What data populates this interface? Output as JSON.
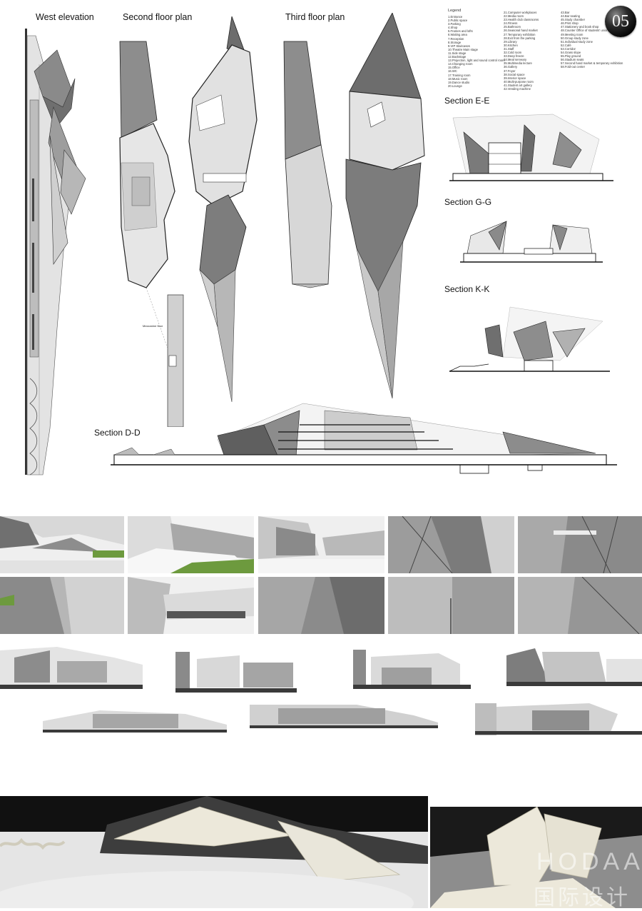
{
  "sheet": {
    "page_number": "05",
    "background": "#ffffff"
  },
  "titles": {
    "west_elevation": "West elevation",
    "second_floor_plan": "Second floor plan",
    "third_floor_plan": "Third floor plan",
    "mezzanine_floor": "Mezzanine floor"
  },
  "sections": {
    "e_e": "Section E-E",
    "g_g": "Section G-G",
    "k_k": "Section K-K",
    "d_d": "Section D-D"
  },
  "legend": {
    "heading": "Legend",
    "col1": [
      "1.Entrance",
      "2.Public space",
      "3.Parking",
      "4.Shop",
      "5.Frames and lofts",
      "6.Waiting area",
      "7.Reception",
      "8.Storage",
      "9.VIP Staircases",
      "10.Theatre Main stage",
      "11.Side stage",
      "12.Backstage",
      "13.Projection, light and sound control room",
      "14.Changing room",
      "15.Office",
      "16.WC",
      "17.Training room",
      "18.Music room",
      "19.Dance studio",
      "20.Lounge"
    ],
    "col2": [
      "21.Computer workplaces",
      "22.Media room",
      "23.Health club classrooms",
      "24.Fitness",
      "25.Bathroom",
      "26.Seasonal hand market",
      "27.Temporary exhibition",
      "28.Exit from the parking",
      "29.Library",
      "30.Kitchen",
      "31.Staff",
      "32.Cold room",
      "33.Deep freeze",
      "34.Meal serveary",
      "35.Multimedia lecture",
      "36.Gallery",
      "37.Foyer",
      "38.Social space",
      "39.Interior space",
      "40.Multi-purpose room",
      "41.Student art gallery",
      "42.Vending machine"
    ],
    "col3": [
      "43.Bar",
      "44.Bar seating",
      "45.Study chamber",
      "46.Print shop",
      "47.Stationery and book shop",
      "48.Counter Office of students' union",
      "49.Meeting room",
      "50.Group study zone",
      "51.Individual study zone",
      "52.Café",
      "53.Corridor",
      "54.Grass slope",
      "55.Play ground",
      "56.Stadium seats",
      "57.Second hand market & temporary exhibition",
      "58.Fold-out center"
    ]
  },
  "watermark": {
    "latin": "HODAA",
    "chinese": "国际设计"
  },
  "colors": {
    "plan_dark": "#6f6f6f",
    "plan_mid": "#9a9a9a",
    "plan_light": "#c9c9c9",
    "plan_pale": "#e4e4e4",
    "line": "#111111",
    "grass": "#6d9a3e",
    "model": "#e9e6da"
  }
}
